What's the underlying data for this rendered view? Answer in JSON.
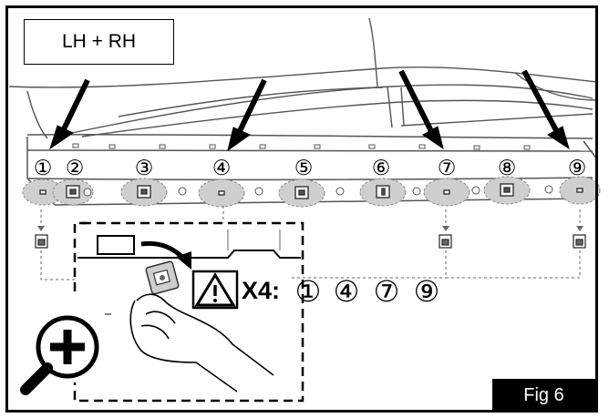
{
  "side_label": "LH + RH",
  "figure_label": "Fig 6",
  "clip_numbers": [
    "①",
    "②",
    "③",
    "④",
    "⑤",
    "⑥",
    "⑦",
    "⑧",
    "⑨"
  ],
  "warning": {
    "prefix": "X4:",
    "clips": [
      "①",
      "④",
      "⑦",
      "⑨"
    ]
  },
  "icons": {
    "warning": "warning-triangle-icon",
    "magnifier": "magnifier-plus-icon"
  },
  "colors": {
    "line": "#000000",
    "part_stroke": "#555555",
    "clip_fill": "#cfcfcf",
    "label_bg": "#000000",
    "label_text": "#ffffff"
  }
}
